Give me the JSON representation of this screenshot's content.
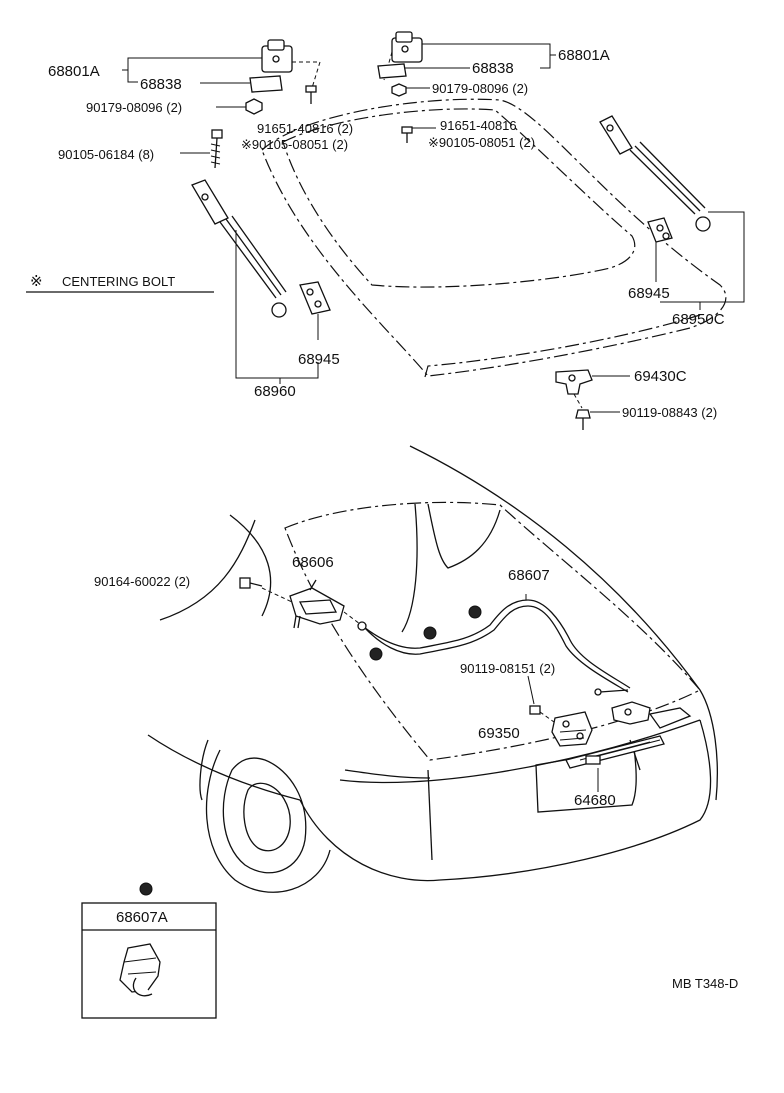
{
  "diagram": {
    "labels": {
      "hinge_left": "68801A",
      "hinge_right": "68801A",
      "plate_left": "68838",
      "plate_right": "68838",
      "nut_left": "90179-08096 (2)",
      "nut_right": "90179-08096 (2)",
      "bolt_left": "91651-40816 (2)",
      "bolt_right": "91651-40816",
      "centering_left": "※90105-08051 (2)",
      "centering_right": "※90105-08051 (2)",
      "stud": "90105-06184 (8)",
      "bracket_left": "68945",
      "bracket_right": "68945",
      "strut_left": "68960",
      "strut_right": "68950C",
      "striker": "69430C",
      "striker_bolt": "90119-08843 (2)",
      "opener_bolt": "90164-60022 (2)",
      "opener_lever": "68606",
      "cable": "68607",
      "lock_bolt": "90119-08151 (2)",
      "lock": "69350",
      "handle": "64680",
      "clamp_box": "68607A",
      "drawing_code": "MB T348-D"
    },
    "legend": {
      "symbol": "※",
      "text": "CENTERING BOLT"
    }
  }
}
